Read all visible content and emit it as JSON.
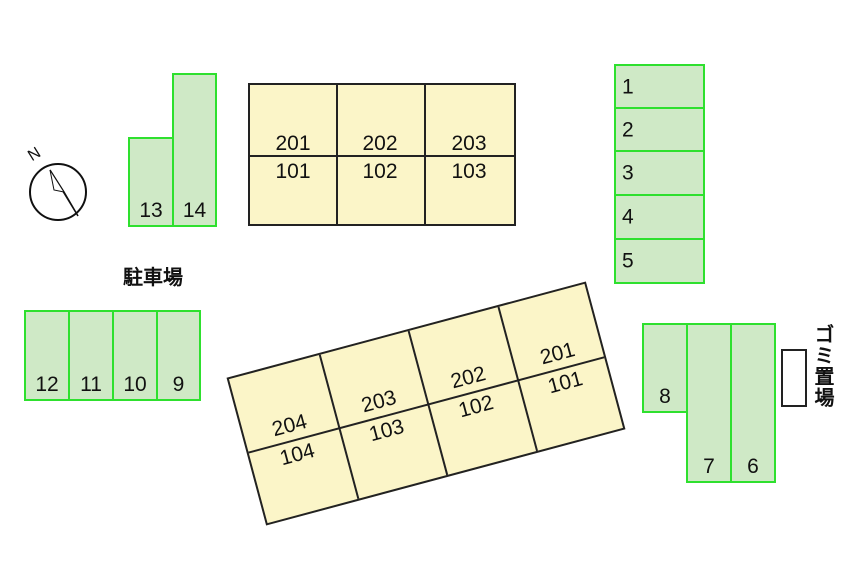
{
  "compass": {
    "north_label": "N",
    "icon": "north-arrow-icon"
  },
  "parking_label": "駐車場",
  "garbage_label": "ゴミ置場",
  "colors": {
    "stall_fill": "#cfe9c6",
    "stall_border": "#2ee02e",
    "building_fill": "#fbf5c8",
    "line": "#222222"
  },
  "stalls": {
    "s1": "1",
    "s2": "2",
    "s3": "3",
    "s4": "4",
    "s5": "5",
    "s6": "6",
    "s7": "7",
    "s8": "8",
    "s9": "9",
    "s10": "10",
    "s11": "11",
    "s12": "12",
    "s13": "13",
    "s14": "14"
  },
  "building_top": {
    "units": [
      {
        "upper": "201",
        "lower": "101"
      },
      {
        "upper": "202",
        "lower": "102"
      },
      {
        "upper": "203",
        "lower": "103"
      }
    ]
  },
  "building_bottom": {
    "units": [
      {
        "upper": "204",
        "lower": "104"
      },
      {
        "upper": "203",
        "lower": "103"
      },
      {
        "upper": "202",
        "lower": "102"
      },
      {
        "upper": "201",
        "lower": "101"
      }
    ]
  }
}
